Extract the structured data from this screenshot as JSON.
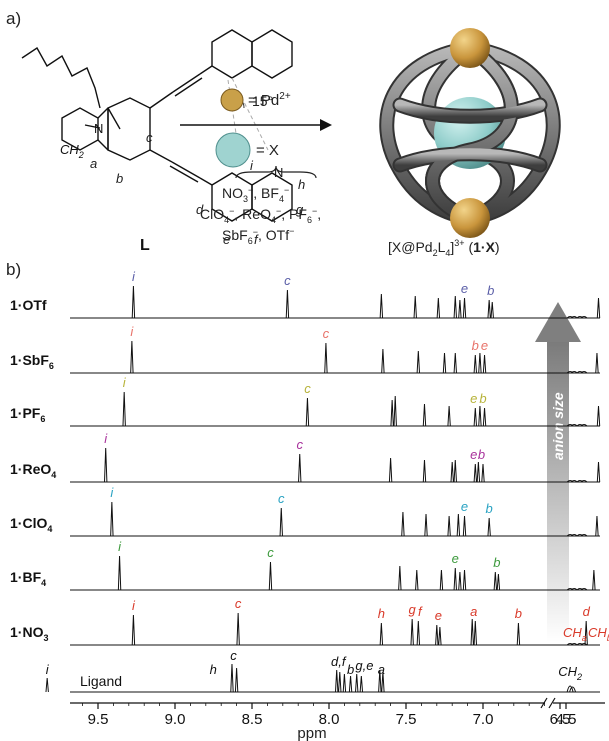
{
  "panel_a": {
    "label": "a)",
    "ligand_name": "L",
    "angle": "15°",
    "atoms": {
      "N": "N",
      "ch2": "CH",
      "ch2_sub": "2"
    },
    "ring_labels": {
      "a": "a",
      "b": "b",
      "c": "c",
      "d": "d",
      "e": "e",
      "f": "f",
      "g": "g",
      "h": "h",
      "i": "i",
      "n_pyr": "N"
    },
    "legend": {
      "pd": "= Pd",
      "pd_sup": "2+",
      "x": "= X"
    },
    "anions": {
      "line1": [
        "NO",
        "3",
        "−",
        ", BF",
        "4",
        "−"
      ],
      "line2": [
        "ClO",
        "4",
        "−",
        ", ReO",
        "4",
        "−",
        ", PF",
        "6",
        "−",
        ","
      ],
      "line3": [
        "SbF",
        "6",
        "−",
        ", OTf",
        "−"
      ]
    },
    "cage_label": {
      "open": "[X@Pd",
      "pd_sub": "2",
      "l": "L",
      "l_sub": "4",
      "close": "]",
      "charge": "3+",
      "paren_open": " (",
      "bold": "1·X",
      "paren_close": ")"
    }
  },
  "panel_b": {
    "label": "b)",
    "axis_label": "ppm",
    "ticks": [
      "9.5",
      "9.0",
      "8.5",
      "8.0",
      "7.5",
      "7.0",
      "6.5",
      "4.5"
    ],
    "arrow_label": "anion size",
    "spectra": [
      {
        "id": "otf",
        "name": "1·",
        "anion": "OTf",
        "anion_sub": "",
        "color": "#5b5fa8",
        "labels": {
          "i": "i",
          "c": "c",
          "e": "e",
          "b": "b"
        }
      },
      {
        "id": "sbf6",
        "name": "1·",
        "anion": "SbF",
        "anion_sub": "6",
        "color": "#e8736a",
        "labels": {
          "i": "i",
          "c": "c",
          "b": "b",
          "e": "e"
        }
      },
      {
        "id": "pf6",
        "name": "1·",
        "anion": "PF",
        "anion_sub": "6",
        "color": "#b7b33a",
        "labels": {
          "i": "i",
          "c": "c",
          "e": "e",
          "b": "b"
        }
      },
      {
        "id": "reo4",
        "name": "1·",
        "anion": "ReO",
        "anion_sub": "4",
        "color": "#a8329c",
        "labels": {
          "i": "i",
          "c": "c",
          "e": "e",
          "b": "b"
        }
      },
      {
        "id": "clo4",
        "name": "1·",
        "anion": "ClO",
        "anion_sub": "4",
        "color": "#2aa3c3",
        "labels": {
          "i": "i",
          "c": "c",
          "e": "e",
          "b": "b"
        }
      },
      {
        "id": "bf4",
        "name": "1·",
        "anion": "BF",
        "anion_sub": "4",
        "color": "#3d9a3d",
        "labels": {
          "i": "i",
          "c": "c",
          "e": "e",
          "b": "b"
        }
      },
      {
        "id": "no3",
        "name": "1·",
        "anion": "NO",
        "anion_sub": "3",
        "color": "#d93a2a",
        "labels": {
          "i": "i",
          "c": "c",
          "h": "h",
          "g": "g",
          "f": "f",
          "e": "e",
          "a": "a",
          "b": "b",
          "d": "d",
          "cha": "CH",
          "cha_sub": "a",
          "chb": "CH",
          "chb_sub": "b"
        }
      }
    ],
    "ligand": {
      "name": "Ligand",
      "labels": {
        "i": "i",
        "h": "h",
        "c": "c",
        "df": "d,f",
        "b": "b",
        "ge": "g,e",
        "a": "a",
        "ch2": "CH",
        "ch2_sub": "2"
      }
    }
  }
}
